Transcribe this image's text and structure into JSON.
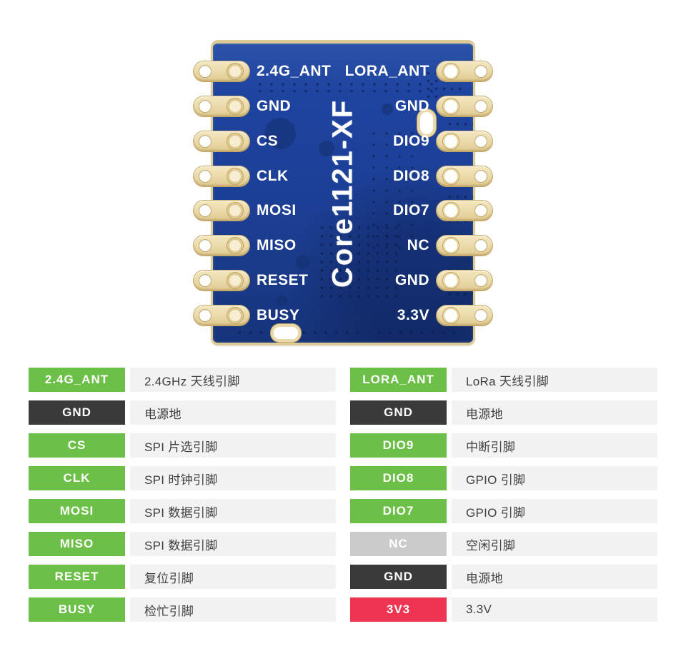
{
  "pcb": {
    "center_label": "Core1121-XF",
    "left_pins": [
      "2.4G_ANT",
      "GND",
      "CS",
      "CLK",
      "MOSI",
      "MISO",
      "RESET",
      "BUSY"
    ],
    "right_pins": [
      "LORA_ANT",
      "GND",
      "DIO9",
      "DIO8",
      "DIO7",
      "NC",
      "GND",
      "3.3V"
    ]
  },
  "legend": {
    "left": [
      {
        "pin": "2.4G_ANT",
        "type": "green",
        "desc": "2.4GHz 天线引脚"
      },
      {
        "pin": "GND",
        "type": "dark",
        "desc": "电源地"
      },
      {
        "pin": "CS",
        "type": "green",
        "desc": "SPI 片选引脚"
      },
      {
        "pin": "CLK",
        "type": "green",
        "desc": "SPI 时钟引脚"
      },
      {
        "pin": "MOSI",
        "type": "green",
        "desc": "SPI 数据引脚"
      },
      {
        "pin": "MISO",
        "type": "green",
        "desc": "SPI 数据引脚"
      },
      {
        "pin": "RESET",
        "type": "green",
        "desc": "复位引脚"
      },
      {
        "pin": "BUSY",
        "type": "green",
        "desc": "检忙引脚"
      }
    ],
    "right": [
      {
        "pin": "LORA_ANT",
        "type": "green",
        "desc": "LoRa 天线引脚"
      },
      {
        "pin": "GND",
        "type": "dark",
        "desc": "电源地"
      },
      {
        "pin": "DIO9",
        "type": "green",
        "desc": "中断引脚"
      },
      {
        "pin": "DIO8",
        "type": "green",
        "desc": "GPIO 引脚"
      },
      {
        "pin": "DIO7",
        "type": "green",
        "desc": "GPIO 引脚"
      },
      {
        "pin": "NC",
        "type": "gray",
        "desc": "空闲引脚"
      },
      {
        "pin": "GND",
        "type": "dark",
        "desc": "电源地"
      },
      {
        "pin": "3V3",
        "type": "red",
        "desc": "3.3V"
      }
    ]
  },
  "colors": {
    "pcb_blue": "#1c3f96",
    "pad_cream": "#ead9a8",
    "badge_green": "#6cbf47",
    "badge_dark": "#3a3a3a",
    "badge_gray": "#cbcbcb",
    "badge_red": "#ee3450",
    "row_bg": "#f2f2f2",
    "desc_text": "#3e3e3e"
  }
}
